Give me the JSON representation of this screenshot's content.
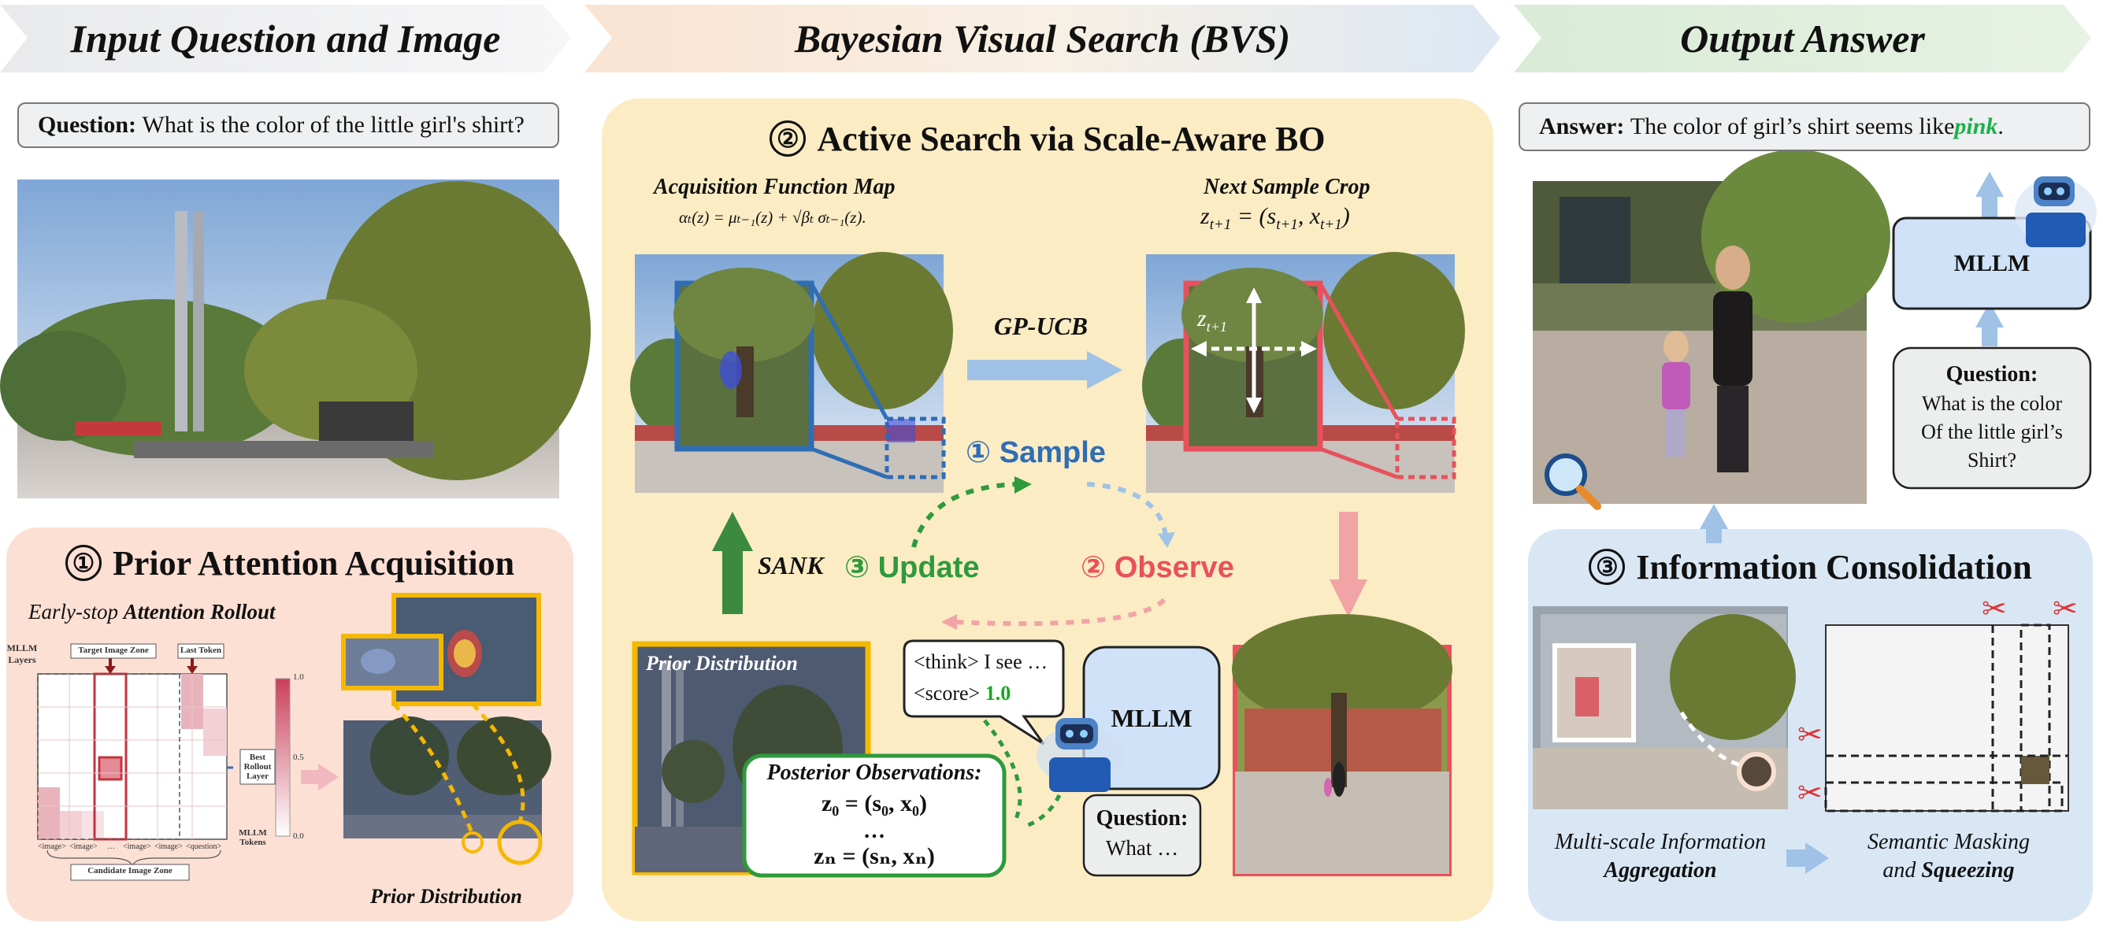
{
  "headers": {
    "input": "Input Question and Image",
    "bvs": "Bayesian Visual Search (BVS)",
    "output": "Output Answer"
  },
  "question_box": {
    "label": "Question:",
    "text": "What is the color of the little girl's shirt?"
  },
  "prior": {
    "num": "①",
    "title": "Prior Attention Acquisition",
    "rollout_prefix": "Early-stop ",
    "rollout_bold": "Attention Rollout",
    "mllm_layers": "MLLM Layers",
    "target_zone": "Target Image Zone",
    "last_token": "Last Token",
    "best_rollout": "Best Rollout Layer",
    "mllm_tokens": "MLLM Tokens",
    "candidate_zone": "Candidate Image Zone",
    "colorbar_ticks": [
      "1.0",
      "0.5",
      "0.0"
    ],
    "token_labels": [
      "<image>",
      "<image>",
      "…",
      "<image>",
      "<image>",
      "<question>"
    ],
    "prior_distribution": "Prior Distribution"
  },
  "active": {
    "num": "②",
    "title": "Active Search via Scale-Aware BO",
    "acq_title": "Acquisition Function Map",
    "acq_formula": "αₜ(z) = μₜ₋₁(z) + √βₜ σₜ₋₁(z).",
    "next_title": "Next Sample Crop",
    "next_formula_lhs": "z",
    "next_formula_sub": "t+1",
    "next_formula_rhs": " = (s",
    "next_formula_rhs2": ", x",
    "next_formula_end": ")",
    "gp_ucb": "GP-UCB",
    "z_label": "z",
    "z_sub": "t+1",
    "sank": "SANK",
    "sample": "① Sample",
    "update": "③ Update",
    "observe": "② Observe",
    "prior_label": "Prior Distribution",
    "think_line1": "<think> I see …",
    "think_line2_prefix": "<score> ",
    "think_score": "1.0",
    "mllm": "MLLM",
    "question": "Question:",
    "question_text": "What …",
    "posterior_title": "Posterior Observations:",
    "posterior_line1": "z₀ = (s₀, x₀)",
    "posterior_dots": "…",
    "posterior_line2": "zₙ = (sₙ, xₙ)"
  },
  "answer": {
    "label": "Answer:",
    "text": "The color of girl’s shirt seems like ",
    "highlight": "pink",
    "end": "."
  },
  "output_mllm": "MLLM",
  "output_question": {
    "label": "Question:",
    "lines": [
      "What is the  color",
      "Of the little girl’s",
      "Shirt?"
    ]
  },
  "consolidation": {
    "num": "③",
    "title": "Information Consolidation",
    "left_line1": "Multi-scale Information",
    "left_line2": "Aggregation",
    "right_line1": "Semantic Masking",
    "right_line2_prefix": "and ",
    "right_line2_bold": "Squeezing"
  },
  "colors": {
    "blue": "#2f6db5",
    "red": "#e8515b",
    "green": "#2e9a3c",
    "yellow": "#f5b800",
    "score_green": "#17a81e",
    "pink_text": "#1bb24a"
  }
}
